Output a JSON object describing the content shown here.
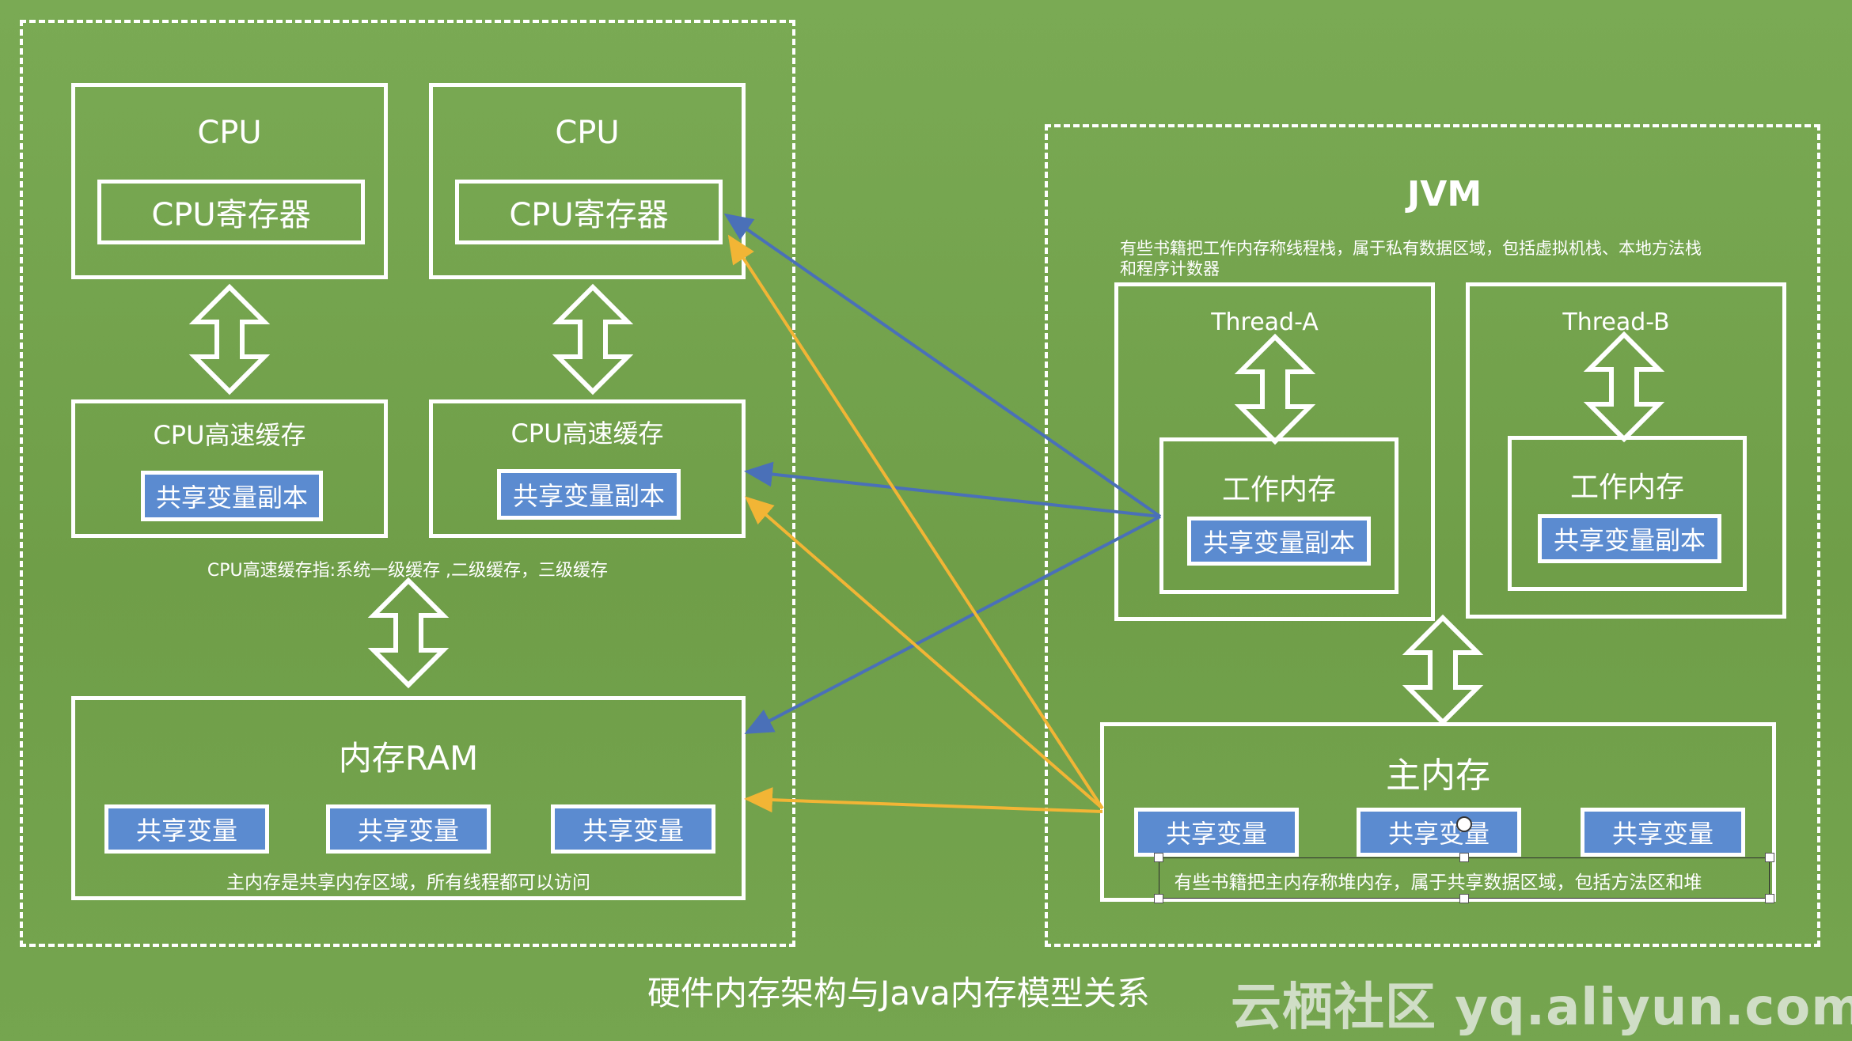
{
  "hardware": {
    "cpu_left": {
      "title": "CPU",
      "register": "CPU寄存器",
      "cache": "CPU高速缓存",
      "copy": "共享变量副本"
    },
    "cpu_right": {
      "title": "CPU",
      "register": "CPU寄存器",
      "cache": "CPU高速缓存",
      "copy": "共享变量副本"
    },
    "cache_note": "CPU高速缓存指:系统一级缓存 ,二级缓存，三级缓存",
    "ram": {
      "title": "内存RAM",
      "vars": [
        "共享变量",
        "共享变量",
        "共享变量"
      ],
      "note": "主内存是共享内存区域，所有线程都可以访问"
    }
  },
  "jvm": {
    "title": "JVM",
    "note_line1": "有些书籍把工作内存称线程栈，属于私有数据区域，包括虚拟机栈、本地方法栈",
    "note_line2": "和程序计数器",
    "thread_a": {
      "title": "Thread-A",
      "work_mem": "工作内存",
      "copy": "共享变量副本"
    },
    "thread_b": {
      "title": "Thread-B",
      "work_mem": "工作内存",
      "copy": "共享变量副本"
    },
    "main_mem": {
      "title": "主内存",
      "vars": [
        "共享变量",
        "共享变量",
        "共享变量"
      ],
      "note": "有些书籍把主内存称堆内存，属于共享数据区域，包括方法区和堆"
    }
  },
  "caption": "硬件内存架构与Java内存模型关系",
  "watermark": "云栖社区 yq.aliyun.com",
  "colors": {
    "background": "#74a44e",
    "blue_arrow": "#4a70b8",
    "yellow_arrow": "#f2b535",
    "var_box": "#5b8bd0"
  }
}
